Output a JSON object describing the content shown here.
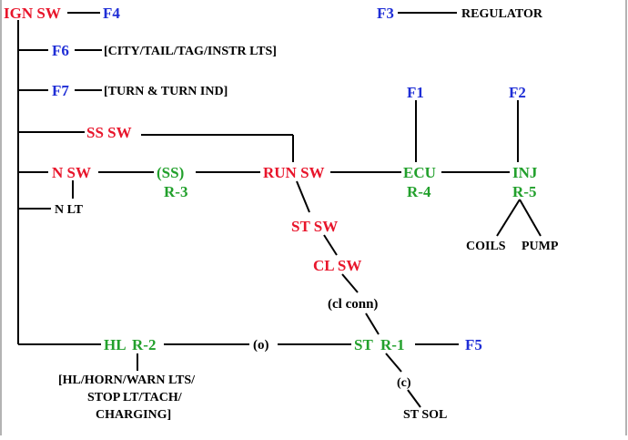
{
  "colors": {
    "red": "#e8152b",
    "blue": "#1f2ed6",
    "green": "#22a02c",
    "black": "#000000",
    "line": "#000000",
    "border": "#9a9a9a"
  },
  "labels": {
    "ign_sw": "IGN SW",
    "f4": "F4",
    "f3": "F3",
    "regulator": "REGULATOR",
    "f6": "F6",
    "city_lts": "[CITY/TAIL/TAG/INSTR LTS]",
    "f7": "F7",
    "turn_ind": "[TURN & TURN IND]",
    "f1": "F1",
    "f2": "F2",
    "ss_sw": "SS SW",
    "n_sw": "N SW",
    "ss_relay": "(SS)",
    "r3": "R-3",
    "run_sw": "RUN SW",
    "ecu": "ECU",
    "r4": "R-4",
    "inj": "INJ",
    "r5": "R-5",
    "n_lt": "N LT",
    "st_sw": "ST SW",
    "coils": "COILS",
    "pump": "PUMP",
    "cl_sw": "CL SW",
    "cl_conn": "(cl conn)",
    "hl": "HL",
    "r2": "R-2",
    "o": "(o)",
    "st": "ST",
    "r1": "R-1",
    "f5": "F5",
    "hl_loads_1": "[HL/HORN/WARN LTS/",
    "hl_loads_2": "STOP LT/TACH/",
    "hl_loads_3": "CHARGING]",
    "c": "(c)",
    "st_sol": "ST SOL"
  }
}
